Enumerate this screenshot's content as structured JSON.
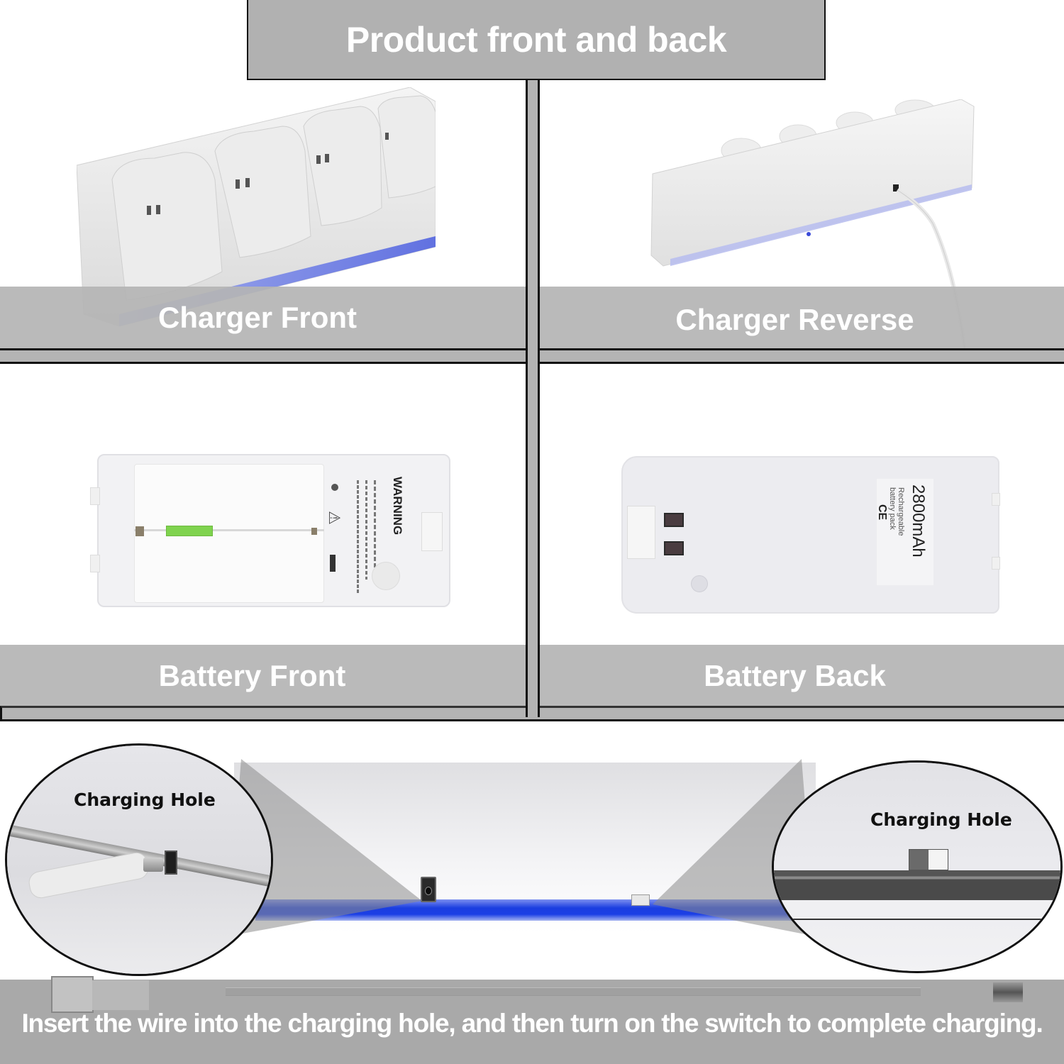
{
  "title": "Product front and back",
  "panels": [
    {
      "id": "charger-front",
      "caption": "Charger Front"
    },
    {
      "id": "charger-reverse",
      "caption": "Charger Reverse"
    },
    {
      "id": "battery-front",
      "caption": "Battery Front",
      "label": {
        "heading": "WARNING"
      }
    },
    {
      "id": "battery-back",
      "caption": "Battery Back",
      "label": {
        "capacity": "2800mAh",
        "line1": "Rechargeable",
        "line2": "battery pack",
        "mark": "CE"
      }
    }
  ],
  "detail": {
    "left_callout": "Charging Hole",
    "right_callout": "Charging Hole",
    "instruction": "Insert the wire into the charging hole, and then turn on the switch to complete charging."
  },
  "colors": {
    "band_gray": "#b4b4b4",
    "footer_gray": "#a9a9a9",
    "led_blue": "#1c3fe5",
    "caption_text": "#ffffff",
    "indicator_green": "#7fd34e"
  }
}
